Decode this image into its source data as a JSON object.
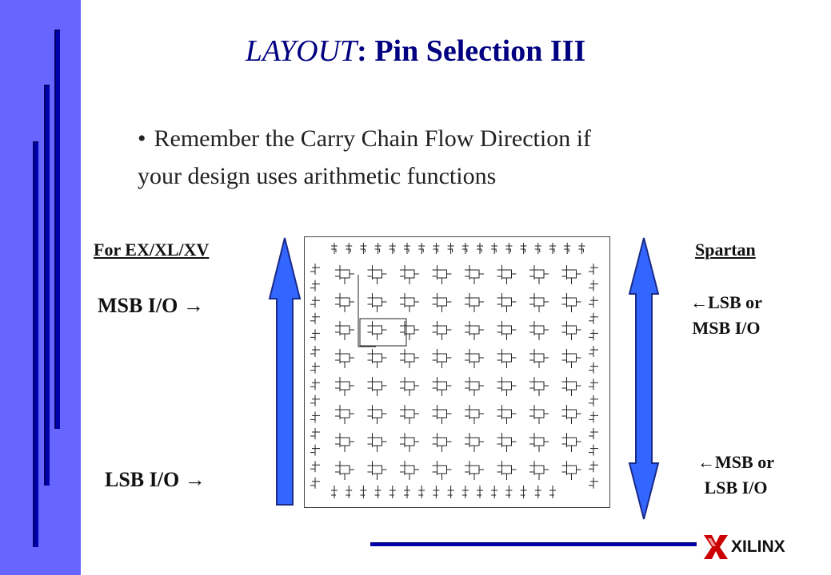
{
  "slide": {
    "title_italic": "LAYOUT",
    "title_rest": ": Pin Selection III",
    "bullet_line1": "Remember the Carry Chain Flow Direction if",
    "bullet_line2": "your design uses arithmetic functions"
  },
  "left_panel": {
    "header": "For EX/XL/XV",
    "top_label": "MSB I/O",
    "bottom_label": "LSB I/O",
    "arrow_glyph": "→"
  },
  "right_panel": {
    "header": "Spartan",
    "top_label_line1": "LSB or",
    "top_label_line2": "MSB I/O",
    "bottom_label_line1": "MSB or",
    "bottom_label_line2": "LSB I/O",
    "arrow_glyph": "←"
  },
  "branding": {
    "logo_text": "XILINX",
    "logo_icon": "xilinx-logo-icon"
  },
  "colors": {
    "sidebar": "#6666ff",
    "title": "#000080",
    "arrow_fill": "#3366ff",
    "bar": "#0000aa"
  }
}
